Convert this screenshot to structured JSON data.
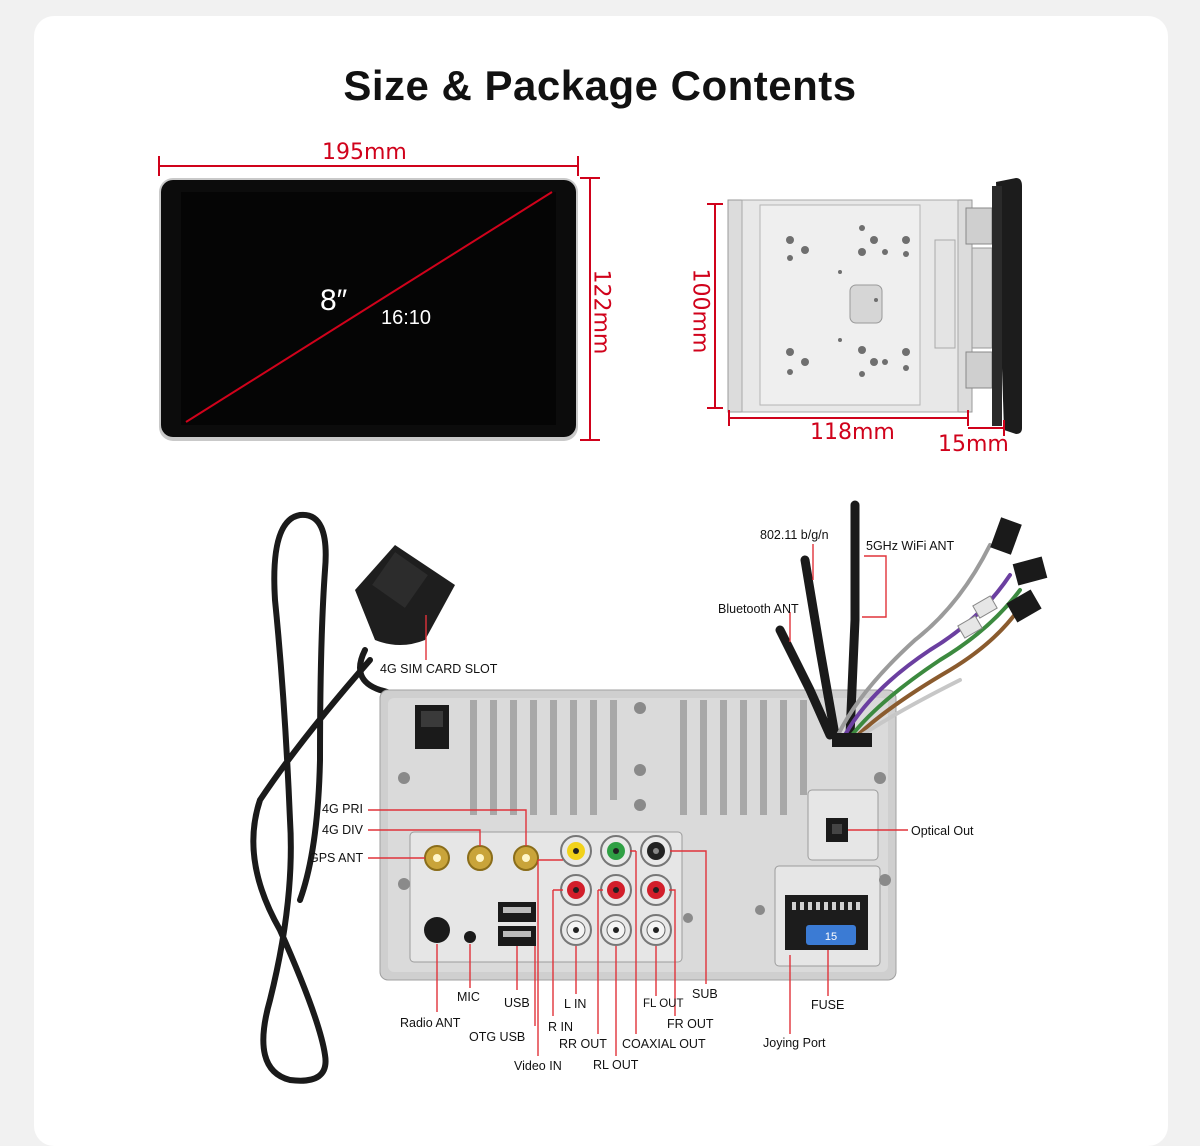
{
  "title": "Size & Package Contents",
  "dimensions": {
    "width": "195mm",
    "height": "122mm",
    "screen_size": "8″",
    "aspect_ratio": "16:10",
    "chassis_height": "100mm",
    "chassis_depth": "118mm",
    "panel_depth": "15mm"
  },
  "ports": {
    "sim_slot": "4G SIM CARD SLOT",
    "wifi_bgn": "802.11 b/g/n",
    "wifi_5g": "5GHz WiFi ANT",
    "bluetooth": "Bluetooth ANT",
    "pri_4g": "4G PRI",
    "div_4g": "4G DIV",
    "gps": "GPS ANT",
    "optical": "Optical Out",
    "mic": "MIC",
    "radio": "Radio ANT",
    "usb": "USB",
    "otg_usb": "OTG USB",
    "video_in": "Video IN",
    "l_in": "L IN",
    "r_in": "R IN",
    "rr_out": "RR OUT",
    "rl_out": "RL OUT",
    "coaxial_out": "COAXIAL OUT",
    "fl_out": "FL OUT",
    "fr_out": "FR OUT",
    "sub": "SUB",
    "fuse": "FUSE",
    "joying_port": "Joying Port"
  },
  "silkscreen": {
    "fuse_value": "15"
  },
  "colors": {
    "dimension_red": "#d0021b",
    "pointer_red": "#e0333a"
  }
}
